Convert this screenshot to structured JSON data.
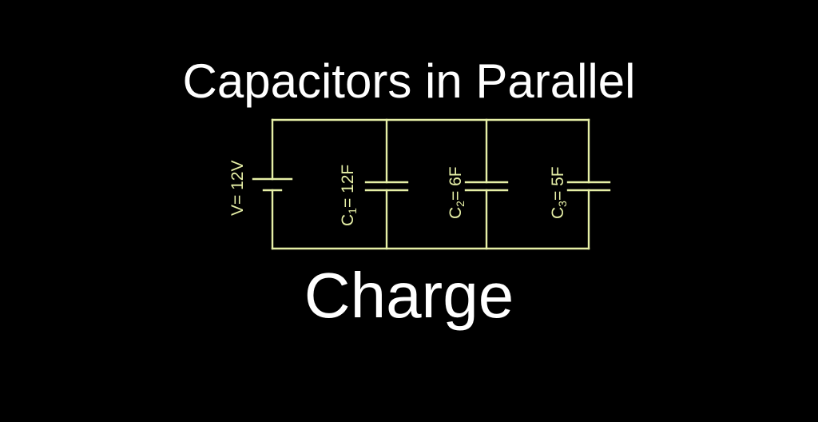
{
  "title": "Capacitors in Parallel",
  "subtitle": "Charge",
  "colors": {
    "background": "#000000",
    "text": "#ffffff",
    "circuit": "#e6efa6"
  },
  "circuit": {
    "battery": {
      "label": "V= 12V"
    },
    "capacitors": [
      {
        "symbol": "C",
        "subscript": "1",
        "value": "= 12F"
      },
      {
        "symbol": "C",
        "subscript": "2",
        "value": "= 6F"
      },
      {
        "symbol": "C",
        "subscript": "3",
        "value": "= 5F"
      }
    ]
  }
}
